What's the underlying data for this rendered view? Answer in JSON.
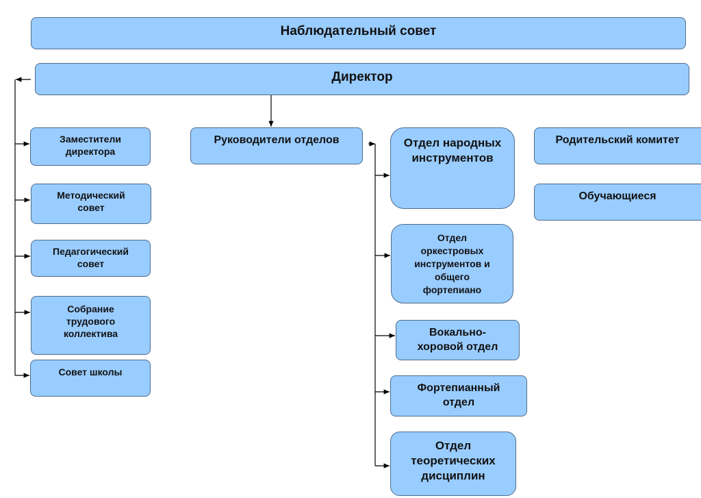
{
  "nodes": {
    "board": "Наблюдательный совет",
    "director": "Директор",
    "deputies": "Заместители директора",
    "methodical": "Методический совет",
    "pedagogical": "Педагогический совет",
    "labor": "Собрание трудового коллектива",
    "school_council": "Совет школы",
    "heads": "Руководители отделов",
    "folk": "Отдел народных инструментов",
    "orchestral": "Отдел оркестровых инструментов и общего фортепиано",
    "vocal": "Вокально-хоровой отдел",
    "piano": "Фортепианный отдел",
    "theory": "Отдел теоретических дисциплин",
    "parents": "Родительский комитет",
    "students": "Обучающиеся"
  },
  "colors": {
    "box_fill": "#99ccff",
    "box_border": "#4d6b8c",
    "line": "#000000"
  }
}
